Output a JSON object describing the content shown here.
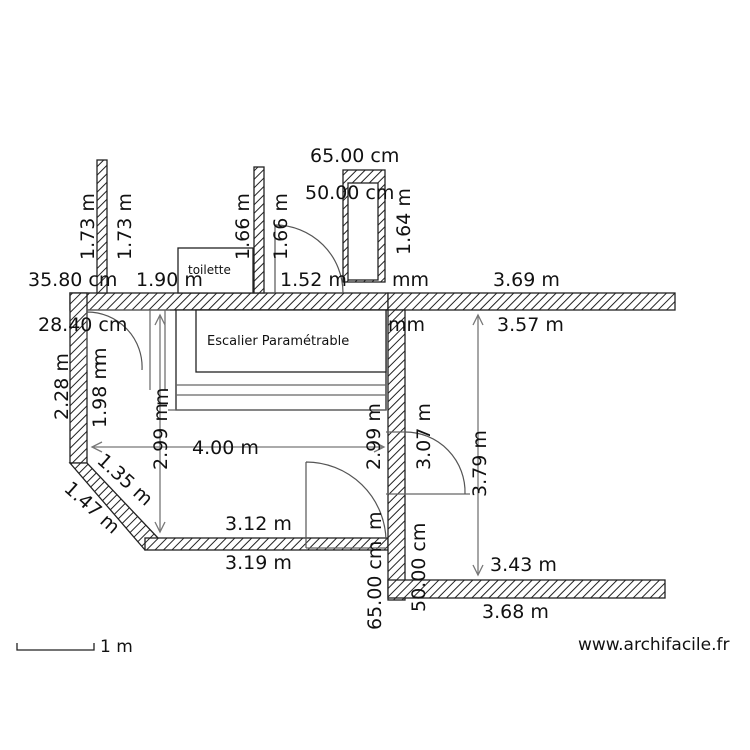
{
  "plan": {
    "labels": {
      "toilet_width": "35.80 cm",
      "toilet_depth": "1.90 m",
      "toilet": "toilette",
      "stair": "Escalier Paramétrable",
      "small_depth": "28.40 cm",
      "left_height": "2.28 m",
      "left_inner": "1.98 m",
      "chimney_left_1": "1.73 m",
      "chimney_left_2": "1.73 m",
      "chimney_mid_1": "1.66 m",
      "chimney_mid_2": "1.66 m",
      "chimney_right": "1.64 m",
      "top_mid": "1.52 m",
      "top_mid_mm": "mm",
      "top_mm_2": "mm",
      "right_top_outer": "3.69 m",
      "right_top_inner": "3.57 m",
      "box_width": "65.00 cm",
      "box_inner": "50.00 cm",
      "room_width": "4.00 m",
      "room_height_left": "2.99 m",
      "room_height_right": "2.99 m",
      "left_stair_m": "m",
      "diag_inner": "1.35 m",
      "diag_outer": "1.47 m",
      "bottom_inner": "3.12 m",
      "bottom_outer": "3.19 m",
      "corridor_height": "3.07 m",
      "right_height": "3.79 m",
      "right_bottom_inner": "3.43 m",
      "right_bottom_outer": "3.68 m",
      "vertical_65": "65.00 cm",
      "vertical_50": "50.00 cm",
      "door_m": "m",
      "small_m": "m",
      "scale": "1 m",
      "watermark": "www.archifacile.fr"
    }
  }
}
